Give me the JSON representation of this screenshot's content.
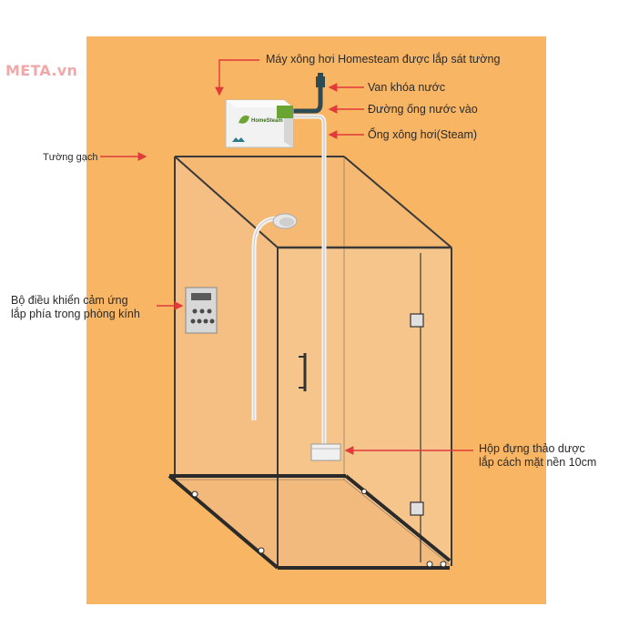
{
  "logo_text": "META.vn",
  "labels": {
    "steamer": "Máy xông hơi Homesteam được lắp sát tường",
    "valve": "Van khóa nước",
    "water_pipe": "Đường ống nước vào",
    "steam_pipe": "Ống xông hơi(Steam)",
    "brick_wall": "Tường gạch",
    "controller_line1": "Bộ điều khiển cảm ứng",
    "controller_line2": "lắp phía trong phòng kính",
    "herb_box_line1": "Hộp đựng thảo dược",
    "herb_box_line2": "lắp cách mặt nền 10cm"
  },
  "steamer_brand": "HomeSteam",
  "colors": {
    "wall": "#f8b564",
    "glass": "#f5c285",
    "frame": "#3a3a3a",
    "arrow": "#e03a3a",
    "accent_green": "#6aa534"
  }
}
